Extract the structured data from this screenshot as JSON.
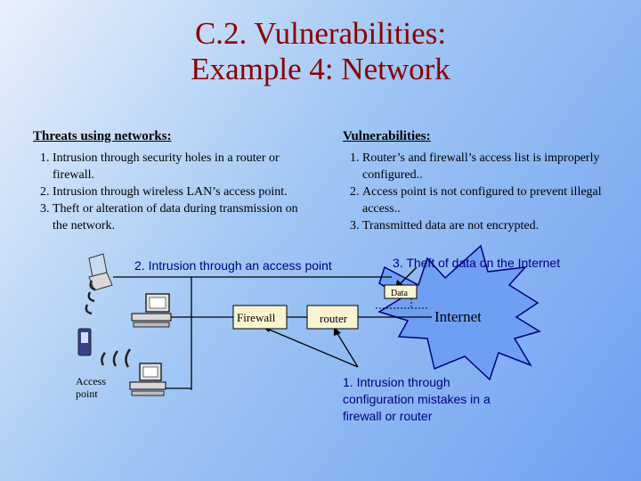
{
  "title": {
    "line1": "C.2. Vulnerabilities:",
    "line2": "Example 4: Network"
  },
  "threats": {
    "heading": "Threats using networks:",
    "items": [
      "Intrusion through security holes in a router or firewall.",
      "Intrusion through wireless LAN’s access point.",
      "Theft or alteration of data during transmission on the network."
    ]
  },
  "vulnerabilities": {
    "heading": "Vulnerabilities:",
    "items": [
      "Router’s and firewall’s access list is improperly configured..",
      "Access point is not configured to prevent illegal access..",
      "Transmitted data are not encrypted."
    ]
  },
  "diagram": {
    "annotation_access_point": "2. Intrusion through an access point",
    "annotation_theft": "3. Theft of data on the Internet",
    "annotation_config_line1": "1. Intrusion through",
    "annotation_config_line2": "configuration mistakes in a",
    "annotation_config_line3": "firewall or router",
    "data_label": "Data",
    "firewall_label": "Firewall",
    "router_label": "router",
    "internet_label": "Internet",
    "access_point_line1": "Access",
    "access_point_line2": "point",
    "colors": {
      "title": "#8b0000",
      "annotation": "#000080",
      "internet_fill": "#6f9ff2",
      "box_fill": "#f8f4d2"
    }
  }
}
